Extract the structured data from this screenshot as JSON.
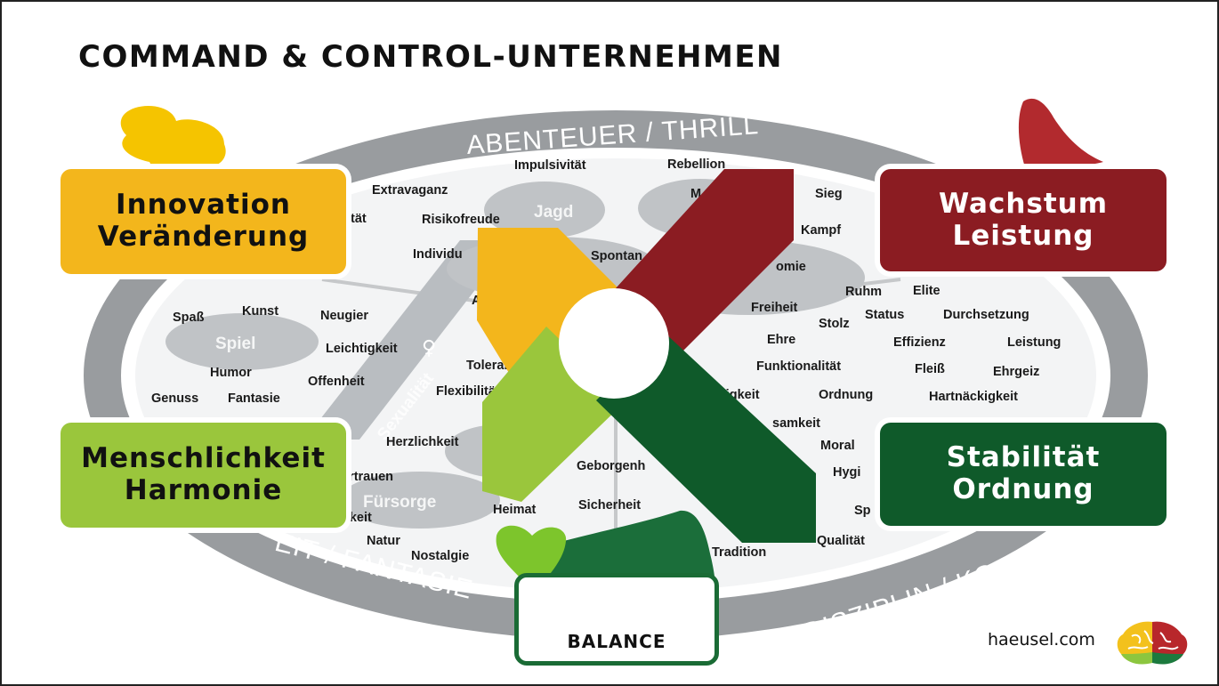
{
  "title": "COMMAND & CONTROL-UNTERNEHMEN",
  "boxes": {
    "top_left": {
      "line1": "Innovation",
      "line2": "Veränderung",
      "color": "#f3b61c"
    },
    "top_right": {
      "line1": "Wachstum",
      "line2": "Leistung",
      "color": "#8b1c22"
    },
    "bottom_left": {
      "line1": "Menschlichkeit",
      "line2": "Harmonie",
      "color": "#9ac63c"
    },
    "bottom_right": {
      "line1": "Stabilität",
      "line2": "Ordnung",
      "color": "#0f5a2a"
    }
  },
  "ring": {
    "top": "ABENTEUER / THRILL",
    "bottom_left": "EIT / FANTASIE",
    "bottom_right": "DISZIPLIN / KO"
  },
  "clusters": {
    "spiel": "Spiel",
    "jagd": "Jagd",
    "fuersorge": "Fürsorge",
    "sexualitaet": "Sexualität"
  },
  "words": {
    "impulsivitaet": "Impulsivität",
    "rebellion": "Rebellion",
    "extravaganz": "Extravaganz",
    "m": "M",
    "sieg": "Sieg",
    "itaet": "ität",
    "risikofreude": "Risikofreude",
    "kampf": "Kampf",
    "individu": "Individu",
    "spontan": "Spontan",
    "omie": "omie",
    "ruhm": "Ruhm",
    "elite": "Elite",
    "freiheit": "Freiheit",
    "status": "Status",
    "durchsetzung": "Durchsetzung",
    "stolz": "Stolz",
    "ehre": "Ehre",
    "effizienz": "Effizienz",
    "leistung": "Leistung",
    "spass": "Spaß",
    "kunst": "Kunst",
    "neugier": "Neugier",
    "leichtigkeit": "Leichtigkeit",
    "humor": "Humor",
    "offenheit": "Offenheit",
    "genuss": "Genuss",
    "fantasie": "Fantasie",
    "toleranz": "Toleranz",
    "flexibilitaet": "Flexibilität",
    "funktionalitaet": "Funktionalität",
    "fleiss": "Fleiß",
    "ehrgeiz": "Ehrgeiz",
    "htigkeit": "htigkeit",
    "ordnung": "Ordnung",
    "hartnaeckigkeit": "Hartnäckigkeit",
    "samkeit": "samkeit",
    "herzlichkeit": "Herzlichkeit",
    "moral": "Moral",
    "geborgen": "Geborgenh",
    "hygi": "Hygi",
    "ertrauen": "ertrauen",
    "heimat": "Heimat",
    "sicherheit": "Sicherheit",
    "sp": "Sp",
    "gkeit": "gkeit",
    "natur": "Natur",
    "nostalgie": "Nostalgie",
    "tradition": "Tradition",
    "qualitaet": "Qualität",
    "a": "A"
  },
  "balance": "BALANCE",
  "site": "haeusel.com"
}
